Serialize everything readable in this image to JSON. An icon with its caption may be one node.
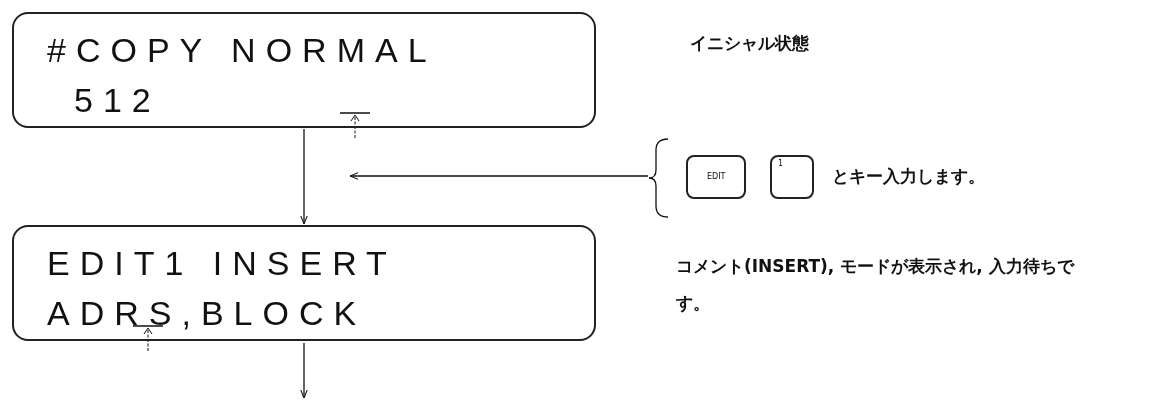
{
  "diagram": {
    "nodes": [
      {
        "text": [
          "#COPY NORMAL",
          "512"
        ]
      },
      {
        "text": [
          "とキー入力します。"
        ]
      },
      {
        "text": [
          "EDIT"
        ],
        "in": 1
      },
      {
        "text": [
          "1"
        ],
        "in": 1
      },
      {
        "text": [
          "EDIT1 INSERT",
          "ADRS,BLOCK"
        ]
      }
    ],
    "edges": [
      {
        "from": 0,
        "to": 4,
        "arrow": "to"
      },
      {
        "from": 1,
        "to": null,
        "arrow": "to"
      },
      {
        "from": 4,
        "to": null,
        "arrow": "to"
      }
    ],
    "labels": [
      "イニシャル状態",
      "コメント(INSERT), モードが表示され, 入力待ちです。"
    ]
  }
}
